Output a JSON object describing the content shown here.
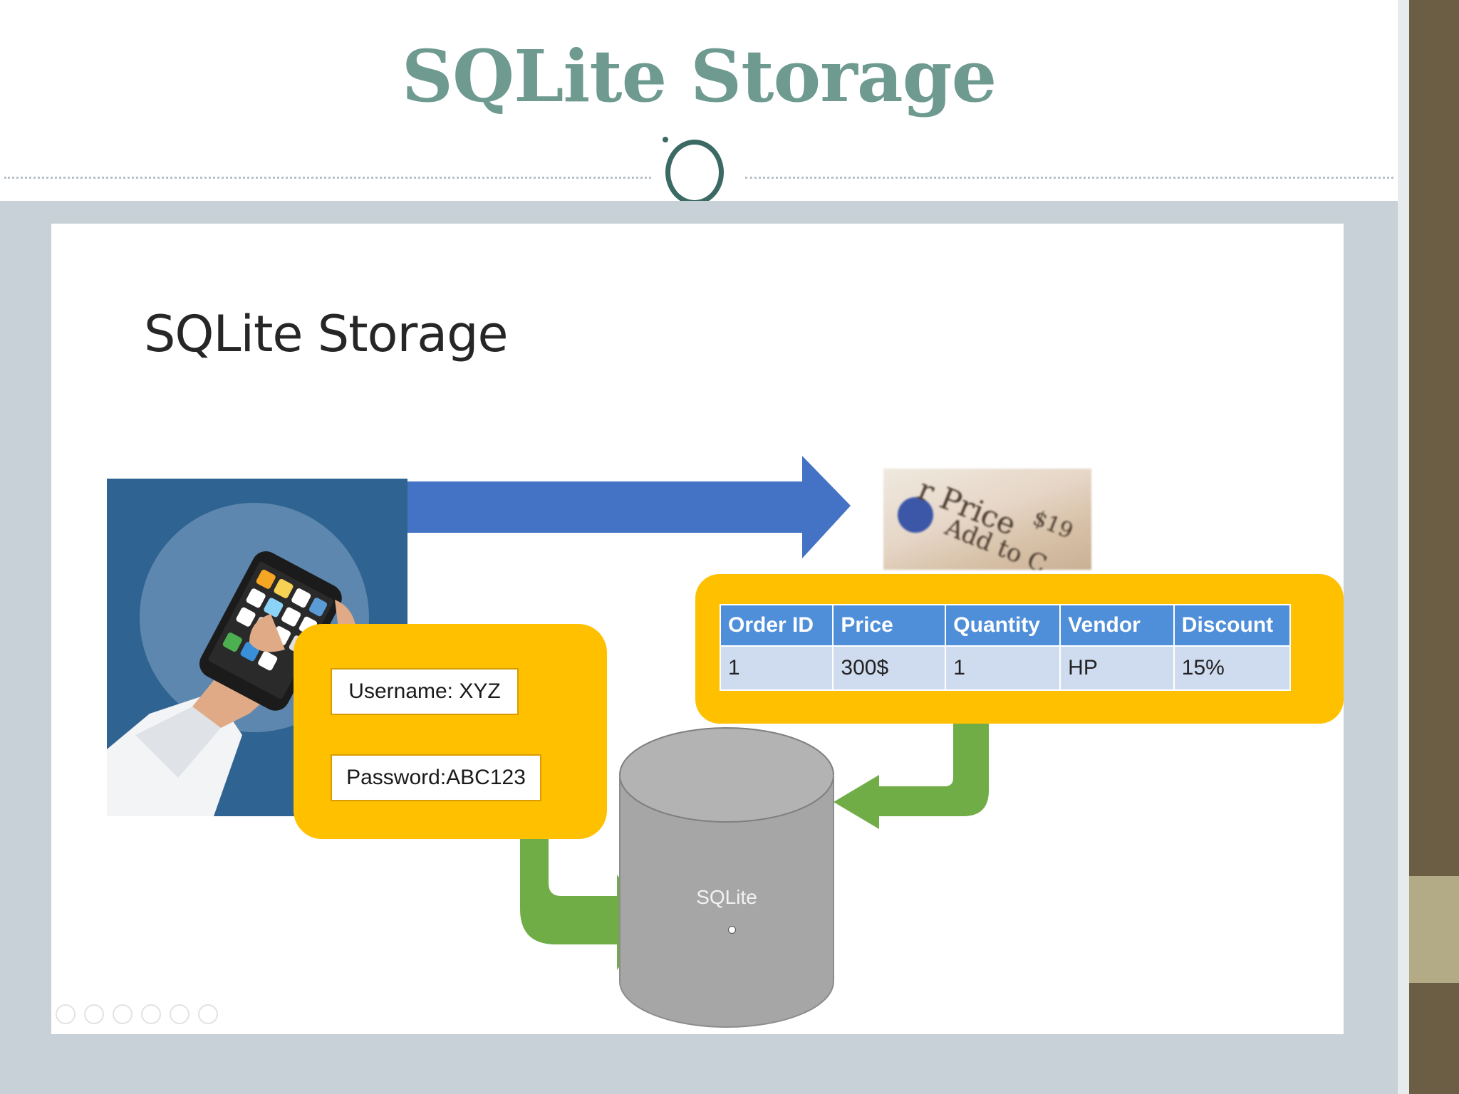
{
  "outer_title": "SQLite Storage",
  "slide": {
    "title": "SQLite Storage",
    "credentials": {
      "username": "Username: XYZ",
      "password": "Password:ABC123"
    },
    "table": {
      "headers": [
        "Order ID",
        "Price",
        "Quantity",
        "Vendor",
        "Discount"
      ],
      "rows": [
        [
          "1",
          "300$",
          "1",
          "HP",
          "15%"
        ]
      ]
    },
    "database_label": "SQLite",
    "photo_text": [
      "r Price",
      "Add to C",
      "$19"
    ]
  },
  "colors": {
    "title_teal": "#6e9a90",
    "arrow_blue": "#4472c4",
    "box_yellow": "#ffc000",
    "arrow_green": "#70ad47",
    "cylinder_gray": "#a6a6a6",
    "table_header_blue": "#4f8fd9"
  }
}
